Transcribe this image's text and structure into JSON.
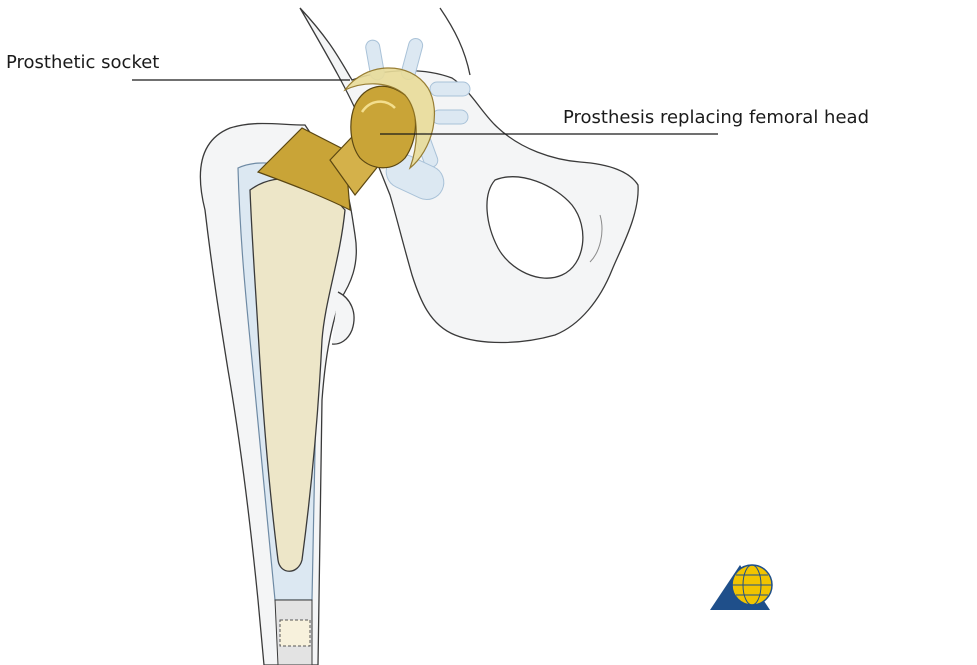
{
  "labels": {
    "socket": "Prosthetic socket",
    "femoral_head": "Prosthesis replacing femoral head"
  },
  "colors": {
    "bone_fill": "#f4f5f6",
    "bone_stroke": "#3a3a3a",
    "cartilage_blue": "#dce8f2",
    "implant_stem": "#ede6c8",
    "implant_gold": "#c9a437",
    "implant_gold_dark": "#8f7220",
    "socket_cup": "#e9dc9a",
    "logo_blue": "#1f4f8a",
    "logo_yellow": "#f2c400"
  },
  "icons": {
    "logo": "globe-triangle-logo"
  }
}
